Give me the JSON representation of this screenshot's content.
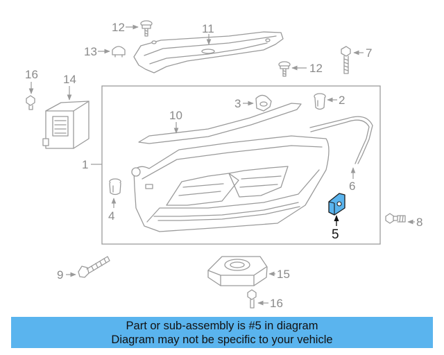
{
  "diagram": {
    "callouts": {
      "c1": "1",
      "c2": "2",
      "c3": "3",
      "c4": "4",
      "c5": "5",
      "c6": "6",
      "c7": "7",
      "c8": "8",
      "c9": "9",
      "c10": "10",
      "c11": "11",
      "c12a": "12",
      "c12b": "12",
      "c13": "13",
      "c14": "14",
      "c15": "15",
      "c16a": "16",
      "c16b": "16"
    },
    "highlighted_part": "5",
    "colors": {
      "line": "#9a9a9a",
      "highlight_fill": "#5ab4ee",
      "highlight_stroke": "#1a1a1a"
    }
  },
  "banner": {
    "line1": "Part or sub-assembly is #5 in diagram",
    "line2": "Diagram may not be specific to your vehicle",
    "background": "#5ab4ee"
  }
}
